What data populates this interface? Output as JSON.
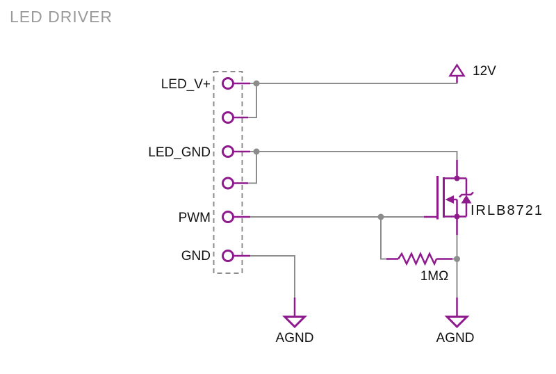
{
  "title": "LED DRIVER",
  "connector": {
    "pin_count": 6,
    "labels": {
      "vplus": "LED_V+",
      "led_gnd": "LED_GND",
      "pwm": "PWM",
      "gnd": "GND"
    }
  },
  "nets": {
    "power": "12V",
    "agnd_left": "AGND",
    "agnd_right": "AGND"
  },
  "components": {
    "mosfet": {
      "part": "IRLB8721"
    },
    "resistor": {
      "value": "1MΩ"
    }
  },
  "colors": {
    "component": "#8E1A8E",
    "wire": "#8C8C8C",
    "label_text": "#111111",
    "title_text": "#9A9A9A",
    "background": "#FFFFFF"
  }
}
